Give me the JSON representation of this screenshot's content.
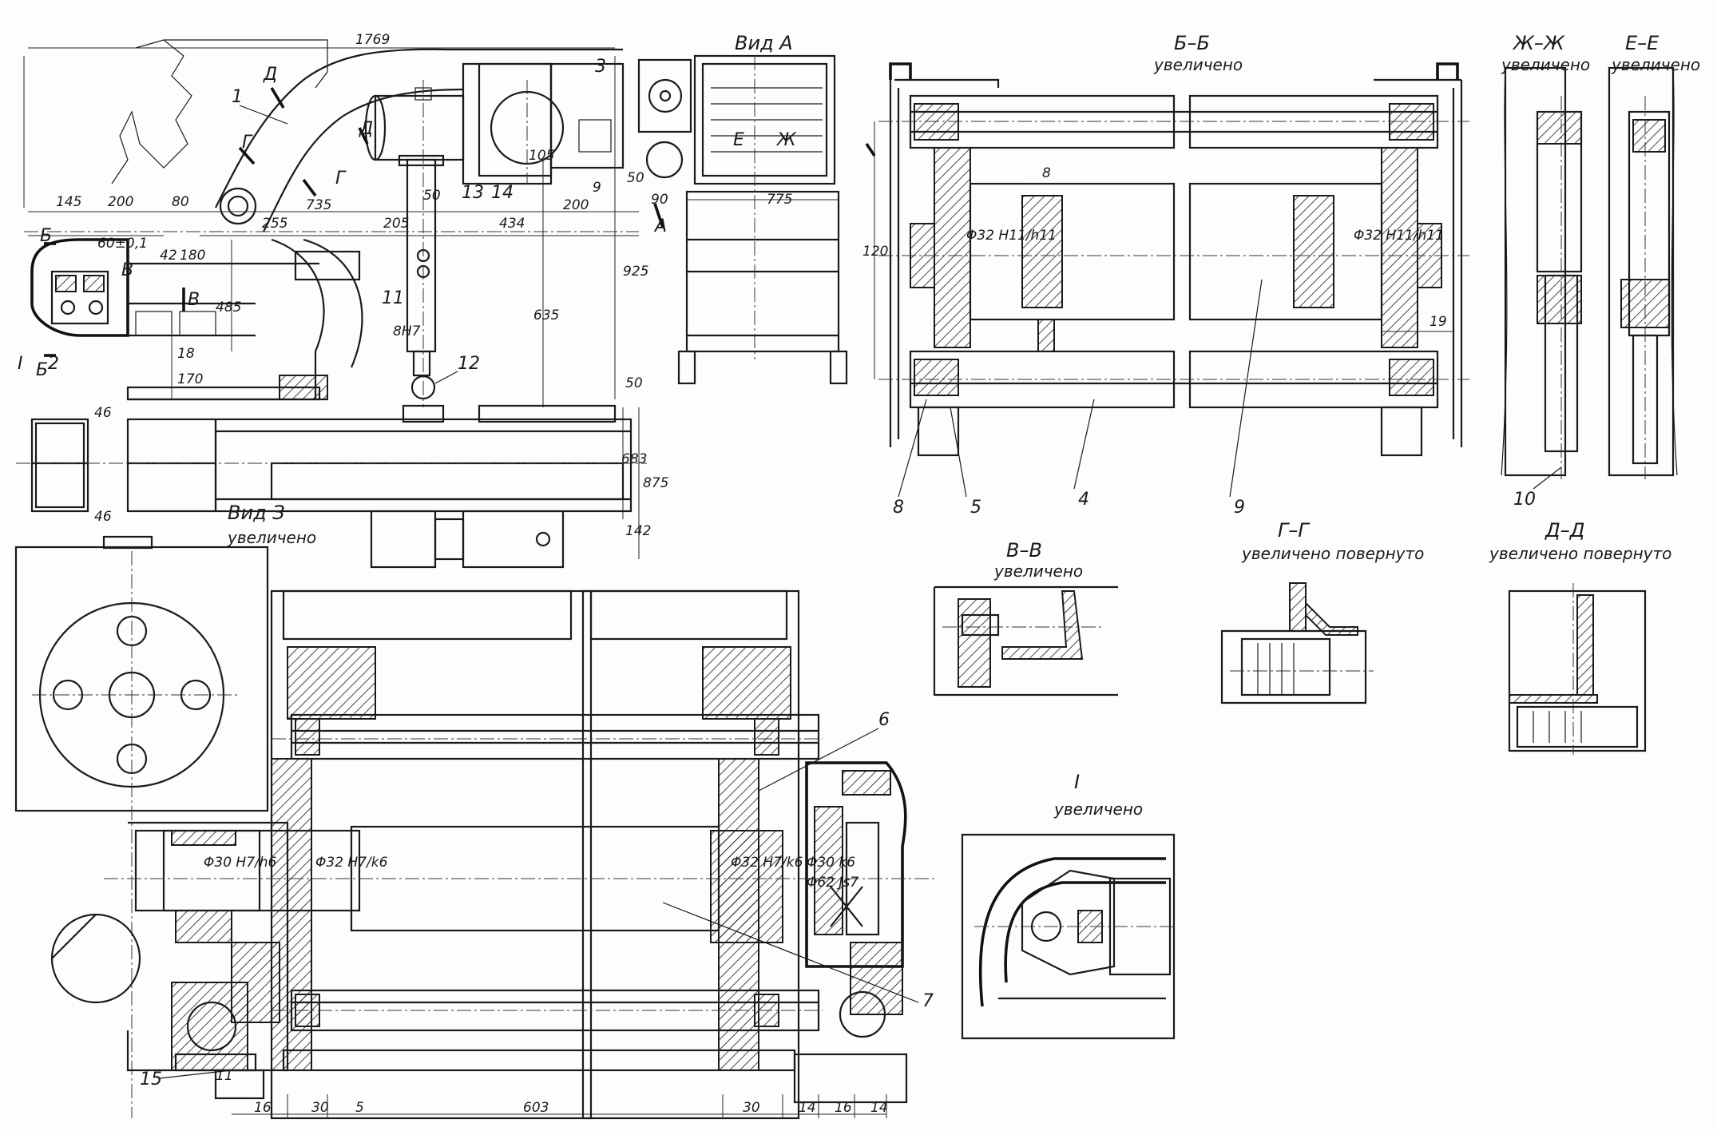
{
  "views": {
    "vid_a": "Вид А",
    "vid_z": "Вид З",
    "bb": "Б–Б",
    "zhzh": "Ж–Ж",
    "ee": "Е–Е",
    "vv": "В–В",
    "gg": "Г–Г",
    "dd": "Д–Д",
    "one": "I"
  },
  "subtitles": {
    "enlarged": "увеличено",
    "enlarged_rotated": "увеличено повернуто"
  },
  "callouts": [
    "1",
    "2",
    "3",
    "4",
    "5",
    "6",
    "7",
    "8",
    "9",
    "10",
    "11",
    "12",
    "13",
    "14",
    "15"
  ],
  "section_marks": [
    "Б",
    "Б",
    "Г",
    "Г",
    "Д",
    "Д",
    "В",
    "В",
    "Е",
    "Ж",
    "А",
    "I"
  ],
  "dimensions": {
    "d1769": "1769",
    "d145": "145",
    "d200a": "200",
    "d80": "80",
    "d60": "60±0,1",
    "d42": "42",
    "d180": "180",
    "d485": "485",
    "d18": "18",
    "d170": "170",
    "d255": "255",
    "d205": "205",
    "d735": "735",
    "d434": "434",
    "d50a": "50",
    "d105": "105",
    "d200b": "200",
    "d9": "9",
    "d90": "90",
    "d50b": "50",
    "d775": "775",
    "d925": "925",
    "d635": "635",
    "d8h7": "8H7",
    "d50c": "50",
    "d683": "683",
    "d875": "875",
    "d142": "142",
    "d46a": "46",
    "d46b": "46",
    "d120": "120",
    "d8": "8",
    "d19": "19",
    "phi32_h11": "Φ32 H11/h11",
    "phi32_h11b": "Φ32 H11/h11",
    "phi30_h7": "Φ30 H7/h6",
    "phi32_h7k6": "Φ32 H7/k6",
    "phi32_h7k6b": "Φ32 H7/k6",
    "phi30_k6": "Φ30 k6",
    "phi62_js7": "Φ62 Js7",
    "d16a": "16",
    "d30a": "30",
    "d5": "5",
    "d603": "603",
    "d30b": "30",
    "d14a": "14",
    "d16b": "16",
    "d14b": "14",
    "d11": "11"
  }
}
